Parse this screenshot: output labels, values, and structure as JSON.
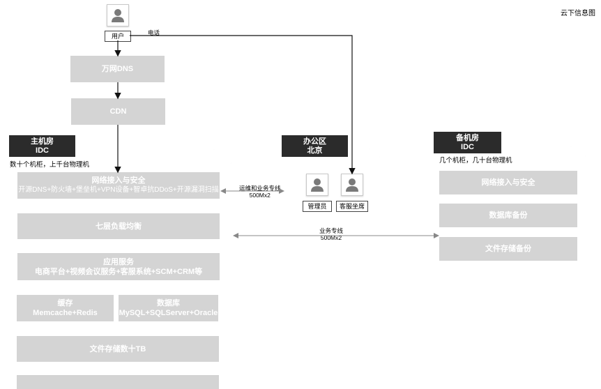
{
  "title": "云下信息图",
  "user": {
    "label": "用户",
    "phone_label": "电话"
  },
  "top_nodes": {
    "dns": "万网DNS",
    "cdn": "CDN"
  },
  "main_idc": {
    "tag_line1": "主机房",
    "tag_line2": "IDC",
    "note": "数十个机柜，上千台物理机",
    "network": {
      "title": "网络接入与安全",
      "detail": "开源DNS+防火墙+堡垒机+VPN设备+智卓抗DDoS+开源漏洞扫描"
    },
    "lb": "七层负载均衡",
    "app": {
      "title": "应用服务",
      "detail": "电商平台+视频会议服务+客服系统+SCM+CRM等"
    },
    "cache": {
      "title": "缓存",
      "detail": "Memcache+Redis"
    },
    "db": {
      "title": "数据库",
      "detail": "MySQL+SQLServer+Oracle"
    },
    "storage": "文件存储数十TB"
  },
  "office": {
    "tag_line1": "办公区",
    "tag_line2": "北京",
    "admin": "管理员",
    "service": "客服坐席"
  },
  "backup_idc": {
    "tag_line1": "备机房",
    "tag_line2": "IDC",
    "note": "几个机柜，几十台物理机",
    "network": "网络接入与安全",
    "db_backup": "数据库备份",
    "file_backup": "文件存储备份"
  },
  "links": {
    "ops_line1": "运维和业务专线",
    "ops_line2": "500Mx2",
    "biz_line1": "业务专线",
    "biz_line2": "500Mx2"
  }
}
